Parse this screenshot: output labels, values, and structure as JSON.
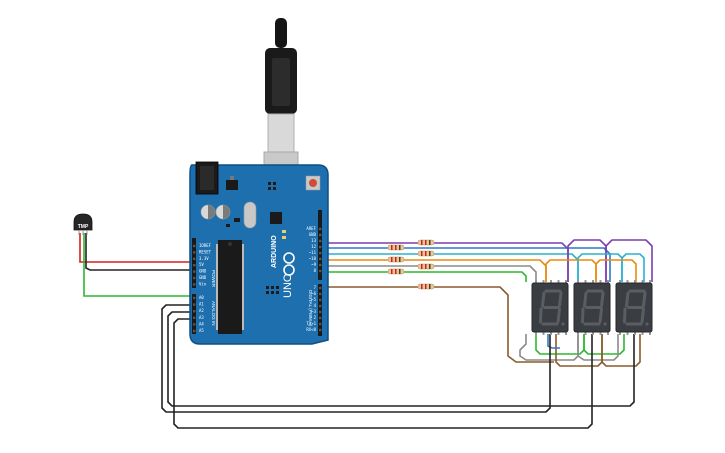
{
  "board": {
    "brand": "ARDUINO",
    "model": "UNO",
    "power_header_title": "POWER",
    "analog_header_title": "ANALOG IN",
    "digital_header_title": "DIGITAL (PWM ~)",
    "power_pins": [
      "IOREF",
      "RESET",
      "3.3V",
      "5V",
      "GND",
      "GND",
      "Vin"
    ],
    "analog_pins": [
      "A0",
      "A1",
      "A2",
      "A3",
      "A4",
      "A5"
    ],
    "digital_top_pins": [
      "AREF",
      "GND",
      "13",
      "12",
      "~11",
      "~10",
      "~9",
      "8"
    ],
    "digital_bottom_pins": [
      "7",
      "~6",
      "~5",
      "4",
      "~3",
      "2",
      "TX>1",
      "RX<0"
    ]
  },
  "sensor": {
    "label": "TMP"
  },
  "colors": {
    "board": "#1e6fae",
    "board_edge": "#0f4f82",
    "wire_red": "#d32020",
    "wire_black": "#222222",
    "wire_green": "#2eb82e",
    "wire_purple": "#7a3fb0",
    "wire_blue": "#2f78c8",
    "wire_cyan": "#2ab0d0",
    "wire_orange": "#e88a10",
    "wire_gray": "#8a8a8a",
    "wire_brown": "#8b5a2b",
    "display_body": "#3a3d42",
    "segment_off": "#5a5d62"
  }
}
